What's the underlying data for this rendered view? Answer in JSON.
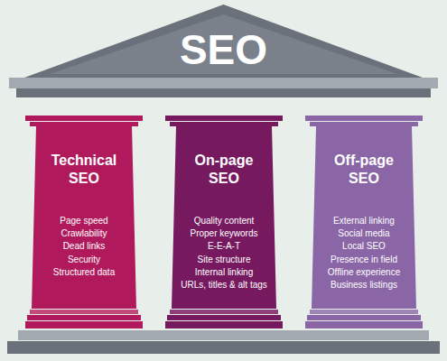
{
  "diagram": {
    "nodes": [
      {
        "text": [
          "SEO"
        ]
      },
      {
        "text": [
          "Technical SEO",
          "Page speed",
          "Crawlability",
          "Dead links",
          "Security",
          "Structured data"
        ]
      },
      {
        "text": [
          "On-page SEO",
          "Quality content",
          "Proper keywords",
          "E-E-A-T",
          "Site structure",
          "Internal linking",
          "URLs, titles & alt tags"
        ]
      },
      {
        "text": [
          "Off-page SEO",
          "External linking",
          "Social media",
          "Local SEO",
          "Presence in field",
          "Offline experience",
          "Business listings"
        ]
      }
    ]
  }
}
